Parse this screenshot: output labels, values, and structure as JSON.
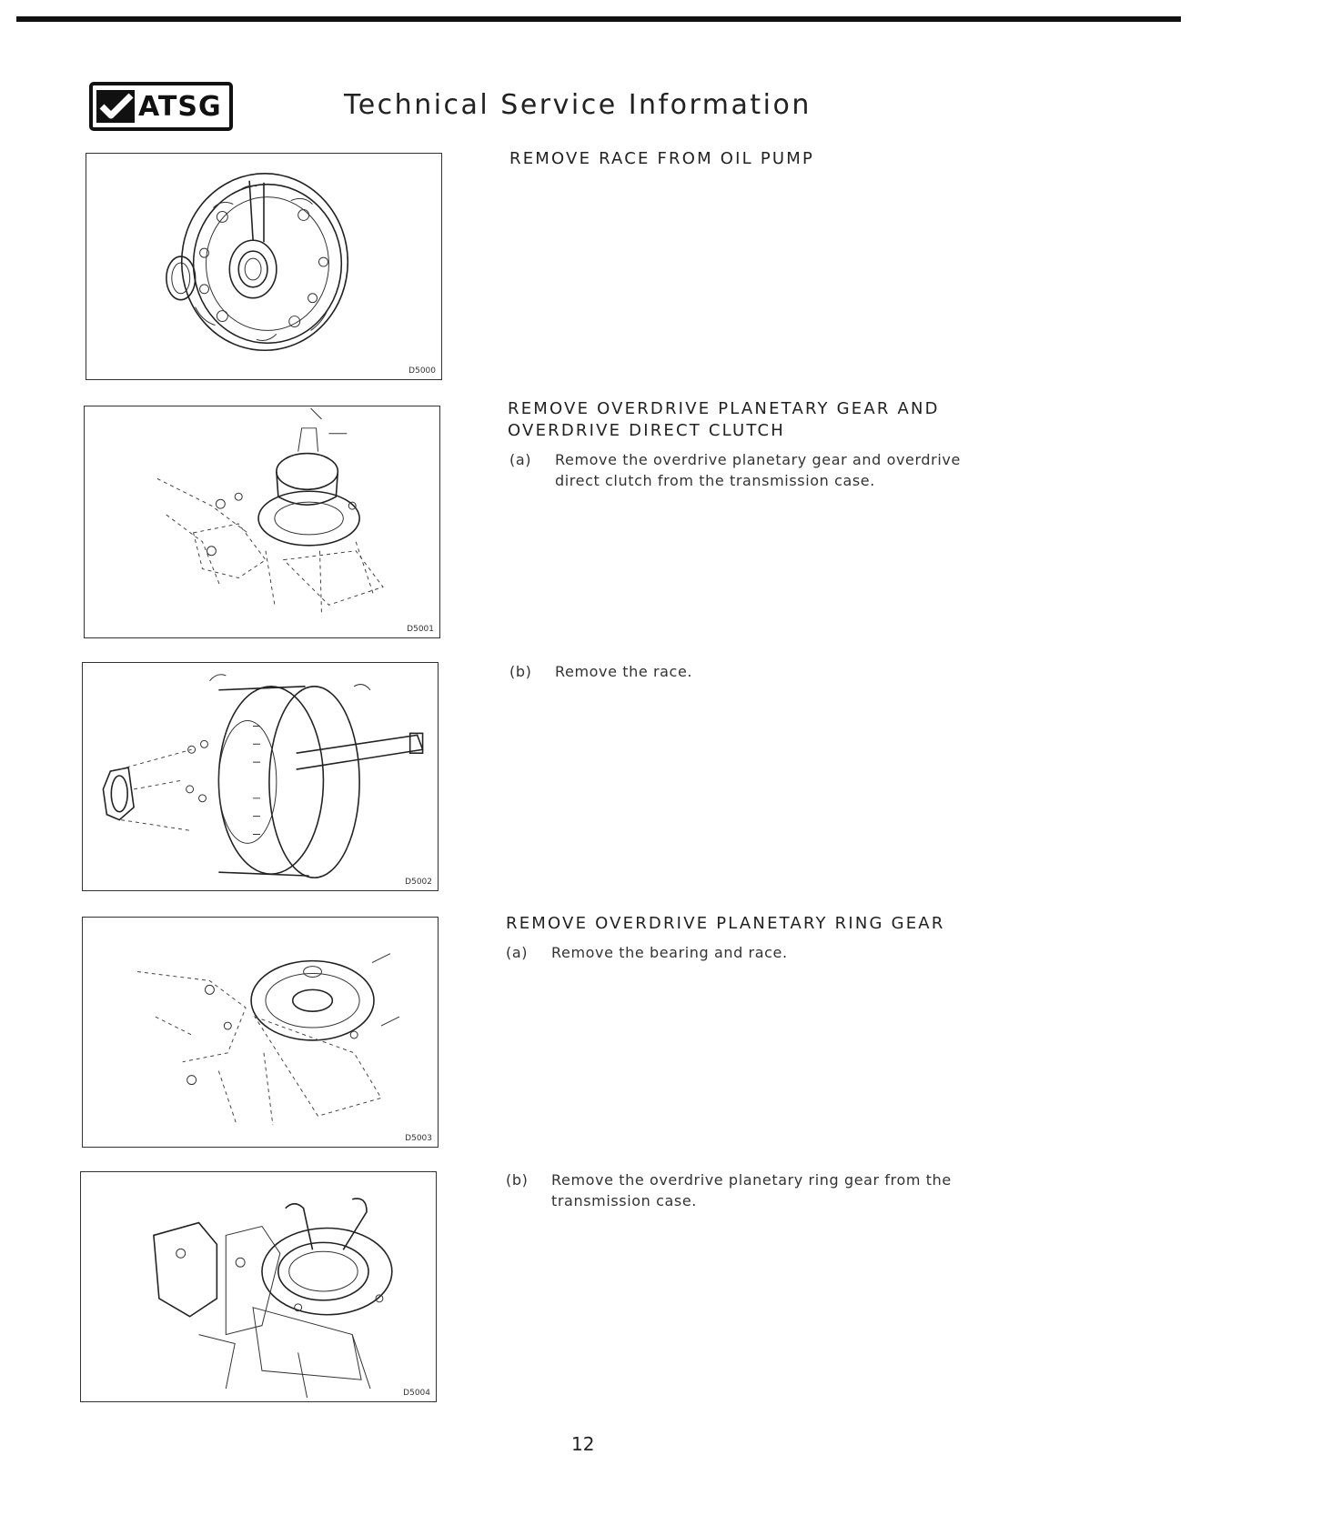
{
  "header": {
    "logo_text": "ATSG",
    "title": "Technical Service Information"
  },
  "figures": [
    {
      "code": "D5000"
    },
    {
      "code": "D5001"
    },
    {
      "code": "D5002"
    },
    {
      "code": "D5003"
    },
    {
      "code": "D5004"
    }
  ],
  "sections": [
    {
      "heading_lines": [
        "REMOVE RACE FROM OIL PUMP"
      ],
      "steps": []
    },
    {
      "heading_lines": [
        "REMOVE OVERDRIVE PLANETARY GEAR AND",
        "OVERDRIVE DIRECT CLUTCH"
      ],
      "steps": [
        {
          "label": "(a)",
          "lines": [
            "Remove the overdrive planetary gear and overdrive",
            "direct clutch from the transmission case."
          ]
        },
        {
          "label": "(b)",
          "lines": [
            "Remove the race."
          ]
        }
      ]
    },
    {
      "heading_lines": [
        "REMOVE OVERDRIVE PLANETARY RING GEAR"
      ],
      "steps": [
        {
          "label": "(a)",
          "lines": [
            "Remove the bearing and race."
          ]
        },
        {
          "label": "(b)",
          "lines": [
            "Remove the overdrive planetary ring gear from the",
            "transmission case."
          ]
        }
      ]
    }
  ],
  "footer": {
    "page_number": "12"
  }
}
